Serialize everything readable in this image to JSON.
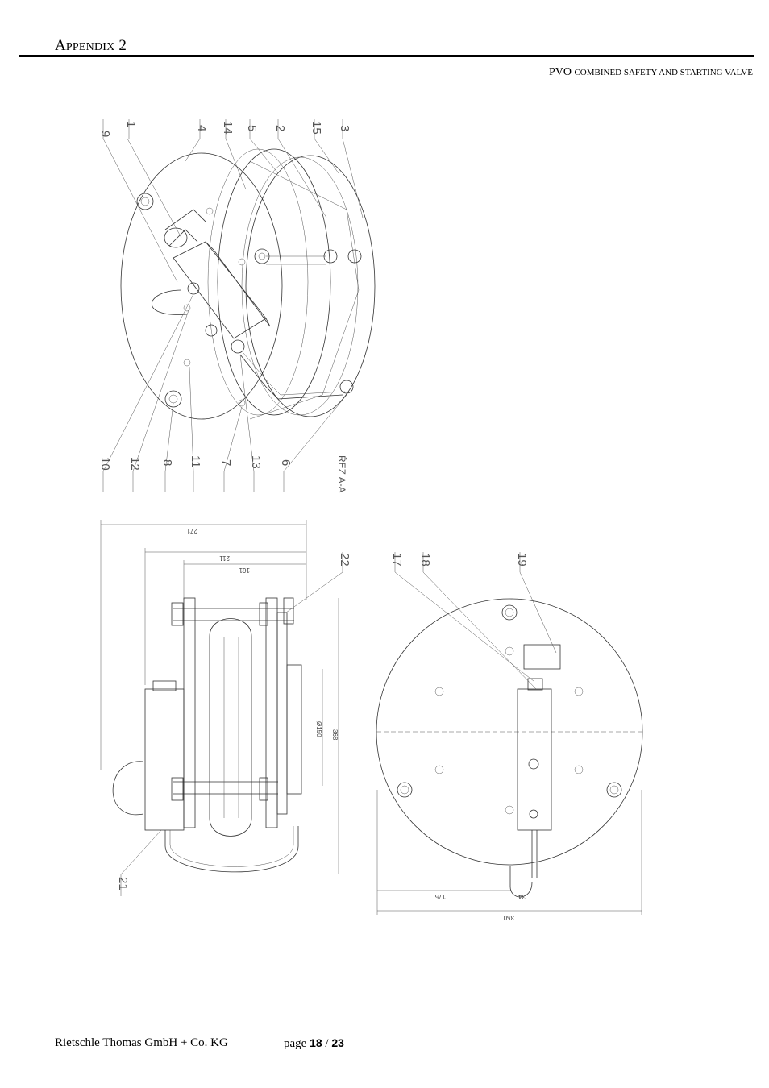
{
  "header": {
    "appendix_prefix": "A",
    "appendix_rest": "ppendix",
    "appendix_number": "2",
    "product_code": "PVO",
    "product_desc": "combined safety and starting valve"
  },
  "drawing": {
    "section_label": "ŘEZ A-A",
    "top_labels_upper": [
      "9",
      "1",
      "4",
      "14",
      "5",
      "2",
      "15",
      "3"
    ],
    "top_labels_lower": [
      "10",
      "12",
      "8",
      "11",
      "7",
      "13",
      "6"
    ],
    "side_labels": [
      "22",
      "21"
    ],
    "front_labels": [
      "17",
      "18",
      "19"
    ],
    "dims_side": [
      "271",
      "211",
      "161",
      "Ø150",
      "368"
    ],
    "dims_front": [
      "175",
      "34",
      "350"
    ]
  },
  "footer": {
    "company": "Rietschle Thomas GmbH + Co. KG",
    "page_word": "page",
    "page_current": "18",
    "page_sep": "/",
    "page_total": "23"
  }
}
